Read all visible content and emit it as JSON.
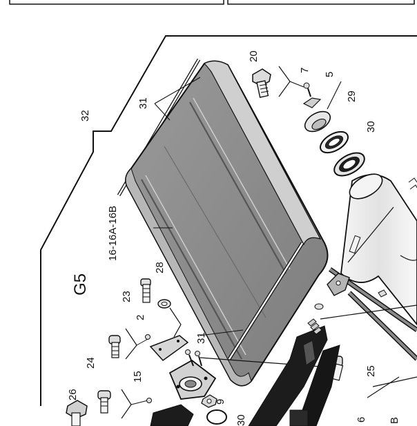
{
  "section_code": "G5",
  "assembly_label": "16-16A-16B",
  "callouts": [
    "20",
    "7",
    "5",
    "29",
    "30",
    "31",
    "32",
    "23",
    "28",
    "2",
    "31",
    "24",
    "15",
    "25",
    "26",
    "9",
    "30",
    "6",
    "B"
  ],
  "colors": {
    "background": "#ffffff",
    "outline": "#111111",
    "panel_fill": "#8e8e8e",
    "panel_light": "#c9c9c9",
    "roller_fill": "#ededed",
    "frame_dark": "#1a1a1a"
  }
}
